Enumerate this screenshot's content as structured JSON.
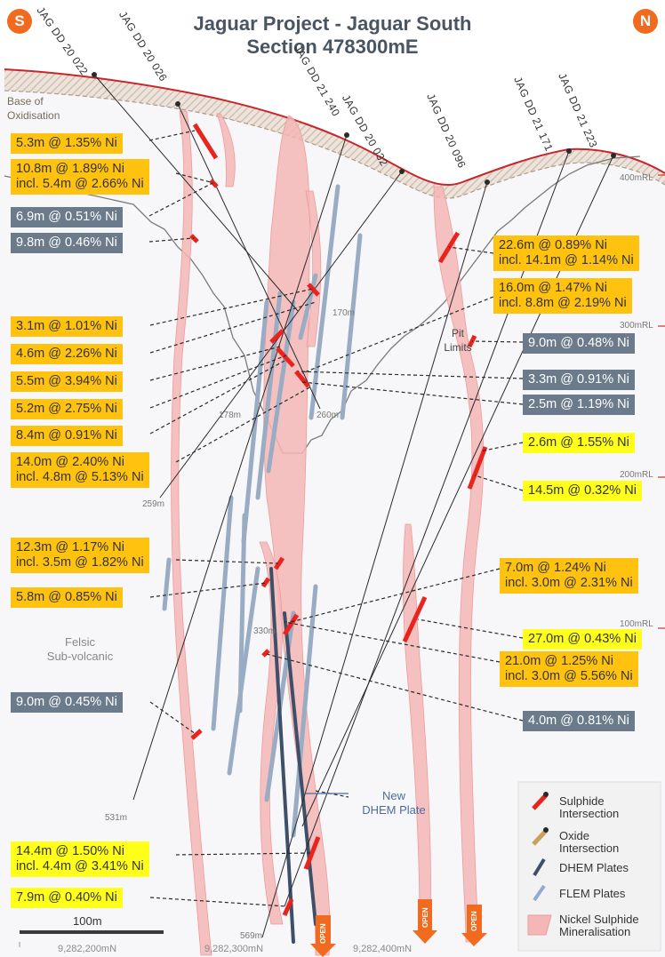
{
  "title_line1": "Jaguar Project - Jaguar South",
  "title_line2": "Section 478300mE",
  "badge_left": "S",
  "badge_right": "N",
  "base_of_oxidisation": [
    "Base of",
    "Oxidisation"
  ],
  "pit_limits": [
    "Pit",
    "Limits"
  ],
  "felsic": [
    "Felsic",
    "Sub-volcanic"
  ],
  "new_dhem": [
    "New",
    "DHEM Plate"
  ],
  "open_label": "OPEN",
  "rl_labels": [
    "400mRL",
    "300mRL",
    "200mRL",
    "100mRL"
  ],
  "depth_labels": [
    "170m",
    "178m",
    "260m",
    "259m",
    "330m",
    "531m",
    "569m"
  ],
  "drillholes": [
    "JAG DD 20 022",
    "JAG DD 20 026",
    "JAG DD 21 240",
    "JAG DD 20 032",
    "JAG DD 20 096",
    "JAG DD 21 171",
    "JAG DD 21 223"
  ],
  "intercepts_left": [
    {
      "l1": "5.3m @ 1.35% Ni",
      "l2": "",
      "style": "y"
    },
    {
      "l1": "10.8m @ 1.89% Ni",
      "l2": "incl. 5.4m @ 2.66% Ni",
      "style": "y"
    },
    {
      "l1": "6.9m @ 0.51% Ni",
      "l2": "",
      "style": "g"
    },
    {
      "l1": "9.8m @ 0.46% Ni",
      "l2": "",
      "style": "g"
    },
    {
      "l1": "3.1m @ 1.01% Ni",
      "l2": "",
      "style": "y"
    },
    {
      "l1": "4.6m @ 2.26% Ni",
      "l2": "",
      "style": "y"
    },
    {
      "l1": "5.5m @ 3.94% Ni",
      "l2": "",
      "style": "y"
    },
    {
      "l1": "5.2m @ 2.75% Ni",
      "l2": "",
      "style": "y"
    },
    {
      "l1": "8.4m @ 0.91% Ni",
      "l2": "",
      "style": "y"
    },
    {
      "l1": "14.0m @ 2.40% Ni",
      "l2": "incl. 4.8m @ 5.13% Ni",
      "style": "y"
    },
    {
      "l1": "12.3m @ 1.17% Ni",
      "l2": "incl. 3.5m @ 1.82% Ni",
      "style": "y"
    },
    {
      "l1": "5.8m @ 0.85% Ni",
      "l2": "",
      "style": "y"
    },
    {
      "l1": "9.0m @ 0.45% Ni",
      "l2": "",
      "style": "g"
    },
    {
      "l1": "14.4m @ 1.50% Ni",
      "l2": "incl. 4.4m @ 3.41% Ni",
      "style": "yl"
    },
    {
      "l1": "7.9m @ 0.40% Ni",
      "l2": "",
      "style": "yl"
    }
  ],
  "intercepts_right": [
    {
      "l1": "22.6m @ 0.89% Ni",
      "l2": "incl. 14.1m @ 1.14% Ni",
      "style": "y"
    },
    {
      "l1": "16.0m @ 1.47% Ni",
      "l2": "incl. 8.8m @ 2.19% Ni",
      "style": "y"
    },
    {
      "l1": "9.0m @ 0.48% Ni",
      "l2": "",
      "style": "g"
    },
    {
      "l1": "3.3m @ 0.91% Ni",
      "l2": "",
      "style": "g"
    },
    {
      "l1": "2.5m @ 1.19% Ni",
      "l2": "",
      "style": "g"
    },
    {
      "l1": "2.6m @ 1.55% Ni",
      "l2": "",
      "style": "yl"
    },
    {
      "l1": "14.5m @ 0.32% Ni",
      "l2": "",
      "style": "yl"
    },
    {
      "l1": "7.0m @ 1.24% Ni",
      "l2": "incl. 3.0m @ 2.31% Ni",
      "style": "y"
    },
    {
      "l1": "27.0m @ 0.43% Ni",
      "l2": "",
      "style": "yl"
    },
    {
      "l1": "21.0m @ 1.25% Ni",
      "l2": "incl. 3.0m @ 5.56% Ni",
      "style": "y"
    },
    {
      "l1": "4.0m @ 0.81% Ni",
      "l2": "",
      "style": "g"
    }
  ],
  "scale": {
    "label": "100m"
  },
  "northings": [
    "9,282,200mN",
    "9,282,300mN",
    "9,282,400mN"
  ],
  "legend": [
    {
      "label": [
        "Sulphide",
        "Intersection"
      ],
      "icon": "red-drillhole-intersection-icon",
      "color": "#e8241c"
    },
    {
      "label": [
        "Oxide",
        "Intersection"
      ],
      "icon": "tan-drillhole-intersection-icon",
      "color": "#c9a25a"
    },
    {
      "label": [
        "DHEM Plates"
      ],
      "icon": "dark-plate-icon",
      "color": "#3e4f6a"
    },
    {
      "label": [
        "FLEM Plates"
      ],
      "icon": "light-plate-icon",
      "color": "#8eaad6"
    },
    {
      "label": [
        "Nickel Sulphide",
        "Mineralisation"
      ],
      "icon": "pink-zone-icon",
      "color": "#f4b6b6"
    }
  ],
  "colors": {
    "accent": "#f06a1f",
    "surface": "#c8262b",
    "mineral": "#f4b6b6",
    "intercept": "#e8241c",
    "title": "#4a5563"
  }
}
